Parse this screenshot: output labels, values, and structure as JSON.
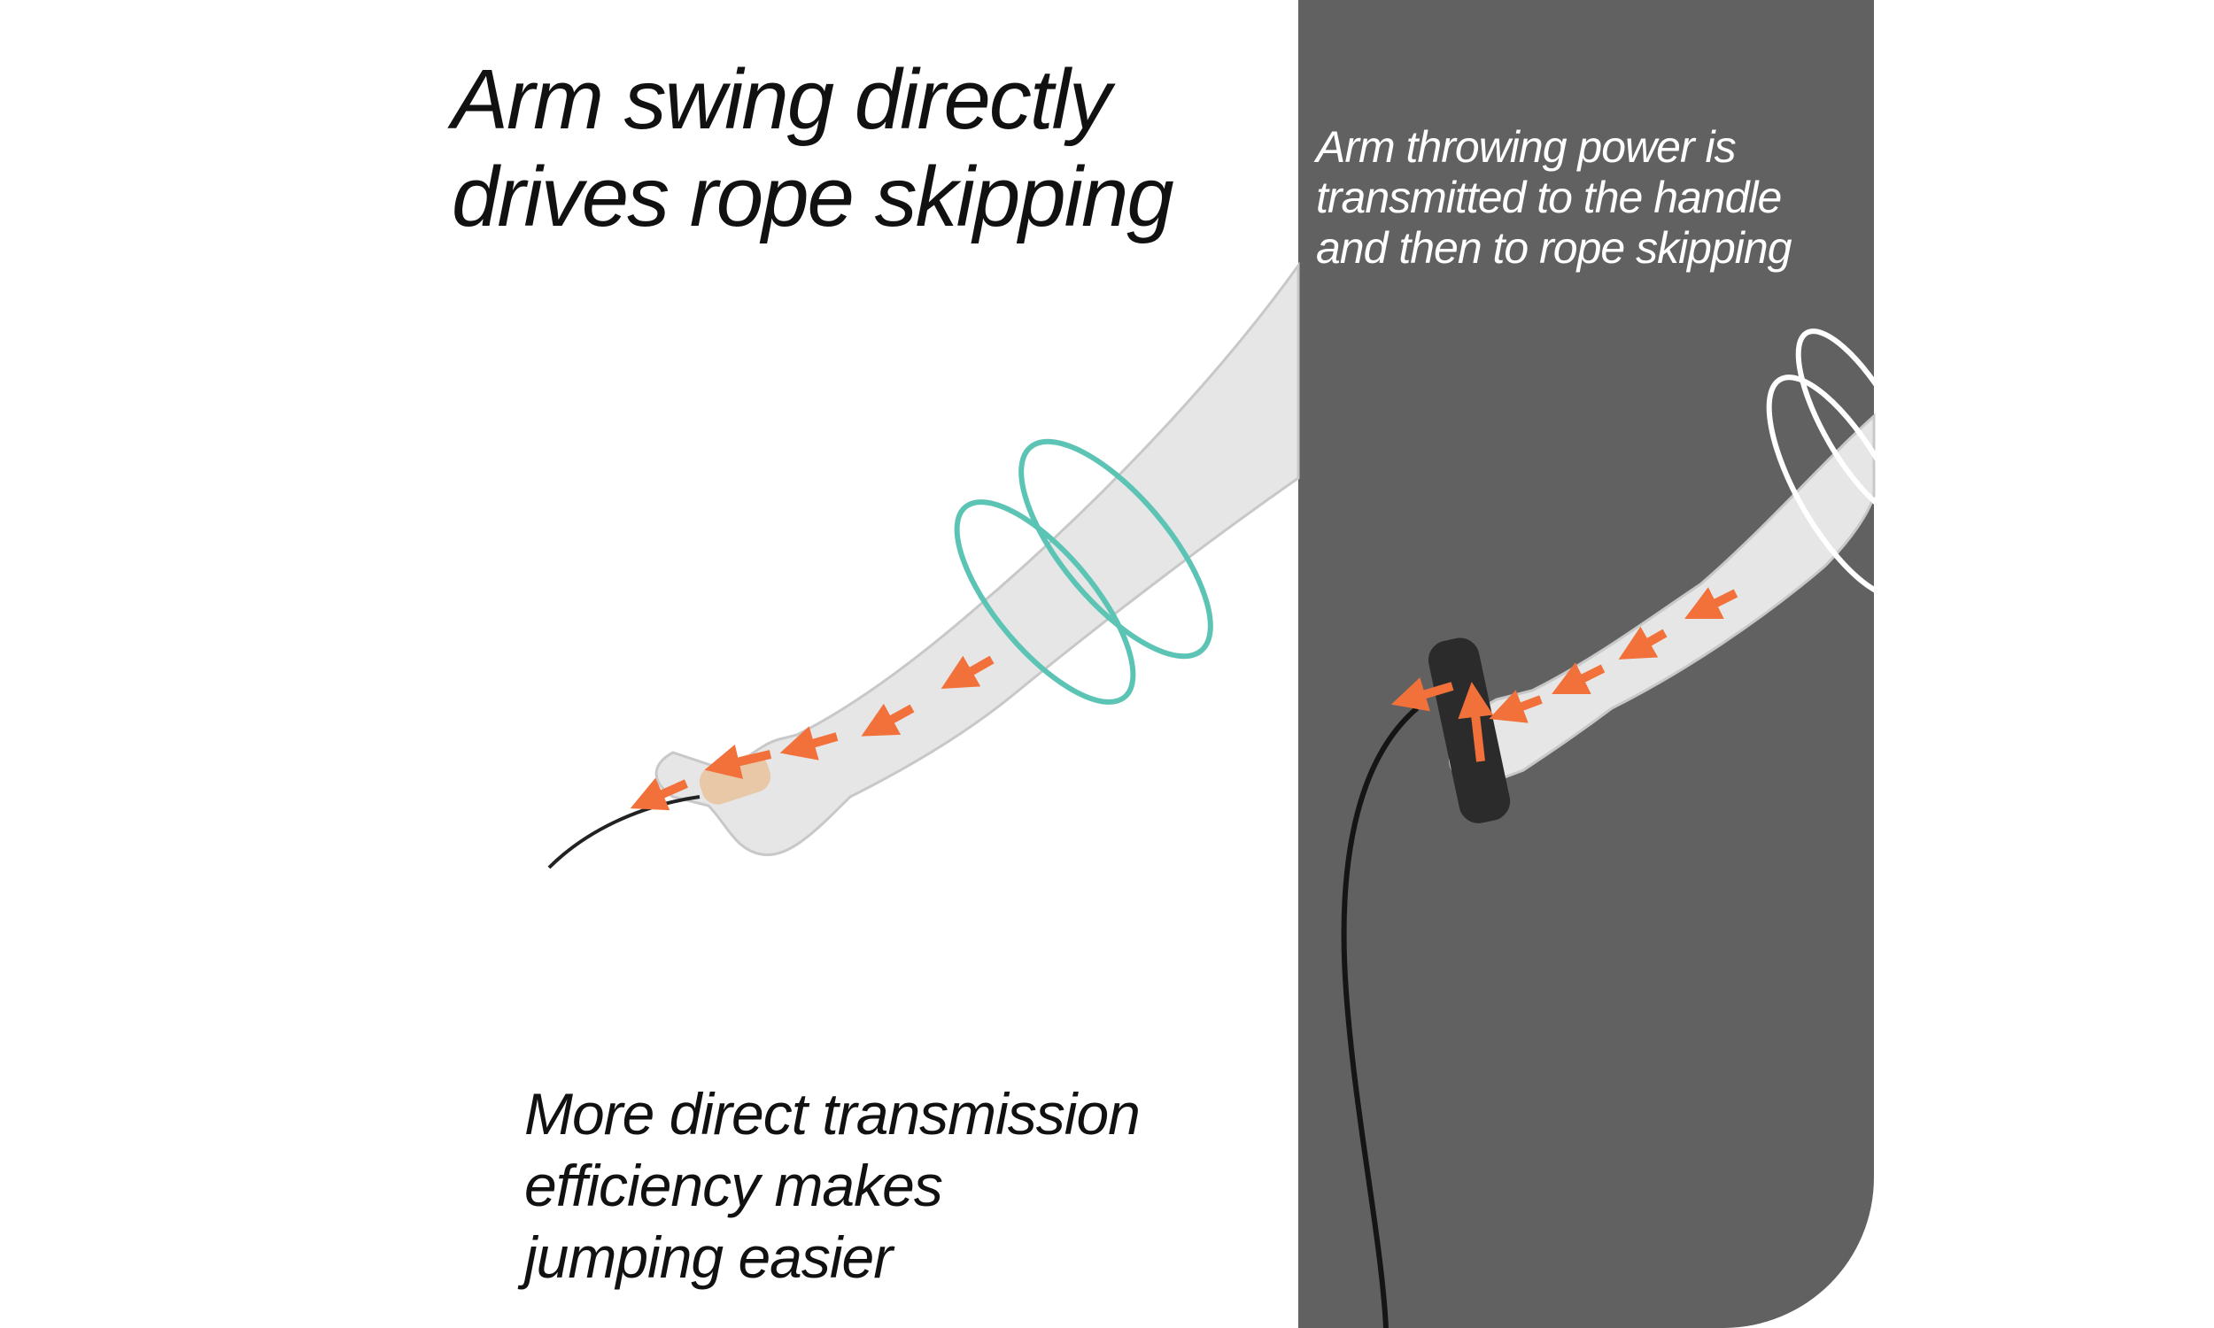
{
  "headline": "Arm swing directly\ndrives rope skipping",
  "side_note": "Arm throwing power is\ntransmitted to the handle\nand then to rope skipping",
  "caption": "More direct transmission\nefficiency makes\njumping easier",
  "colors": {
    "panel": "#616161",
    "arrow": "#f2703a",
    "ring_teal": "#5cc4b5",
    "ring_white": "#ffffff",
    "arm": "#e4e4e4",
    "handle": "#2b2b2b"
  },
  "icons": [
    "force-arrow-icon",
    "rotation-ring-icon"
  ]
}
